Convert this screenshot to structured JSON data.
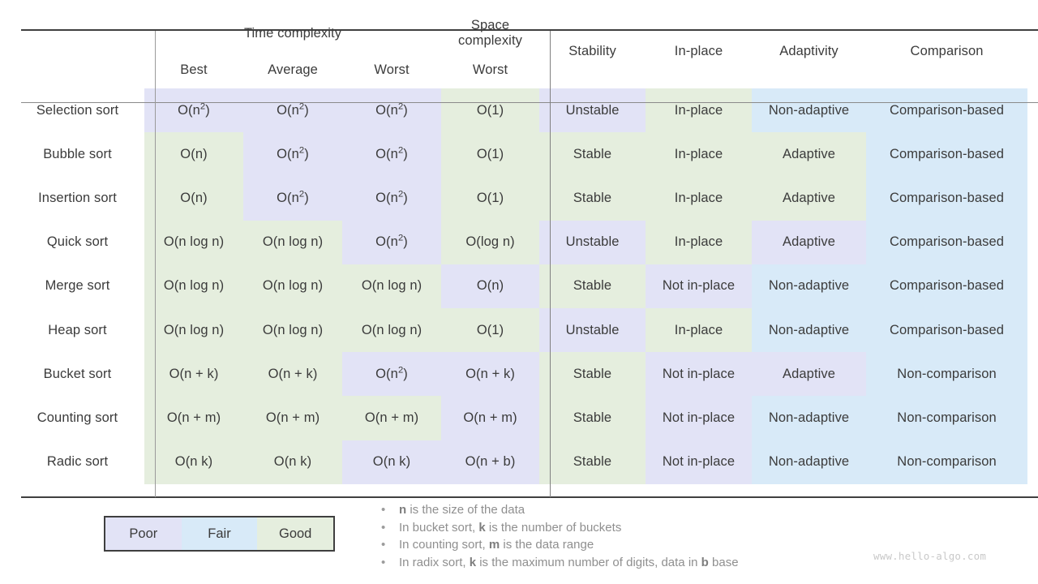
{
  "table": {
    "group_headers": [
      {
        "label": "",
        "span": 1
      },
      {
        "label": "Time complexity",
        "span": 3
      },
      {
        "label": "Space complexity",
        "span": 1
      }
    ],
    "time_group_label": "Time complexity",
    "space_group_label": "Space complexity",
    "sub_headers": [
      "Best",
      "Average",
      "Worst",
      "Worst"
    ],
    "right_headers": [
      "Stability",
      "In-place",
      "Adaptivity",
      "Comparison"
    ],
    "rows": [
      {
        "algo": "Selection sort",
        "cells": [
          {
            "text": "O(n²)",
            "base": "O(n",
            "sup": "2",
            "tail": ")",
            "rating": "poor"
          },
          {
            "text": "O(n²)",
            "base": "O(n",
            "sup": "2",
            "tail": ")",
            "rating": "poor"
          },
          {
            "text": "O(n²)",
            "base": "O(n",
            "sup": "2",
            "tail": ")",
            "rating": "poor"
          },
          {
            "text": "O(1)",
            "base": "O(1)",
            "sup": "",
            "tail": "",
            "rating": "good"
          },
          {
            "text": "Unstable",
            "base": "Unstable",
            "sup": "",
            "tail": "",
            "rating": "poor"
          },
          {
            "text": "In-place",
            "base": "In-place",
            "sup": "",
            "tail": "",
            "rating": "good"
          },
          {
            "text": "Non-adaptive",
            "base": "Non-adaptive",
            "sup": "",
            "tail": "",
            "rating": "fair"
          },
          {
            "text": "Comparison-based",
            "base": "Comparison-based",
            "sup": "",
            "tail": "",
            "rating": "fair"
          }
        ]
      },
      {
        "algo": "Bubble sort",
        "cells": [
          {
            "text": "O(n)",
            "base": "O(n)",
            "sup": "",
            "tail": "",
            "rating": "good"
          },
          {
            "text": "O(n²)",
            "base": "O(n",
            "sup": "2",
            "tail": ")",
            "rating": "poor"
          },
          {
            "text": "O(n²)",
            "base": "O(n",
            "sup": "2",
            "tail": ")",
            "rating": "poor"
          },
          {
            "text": "O(1)",
            "base": "O(1)",
            "sup": "",
            "tail": "",
            "rating": "good"
          },
          {
            "text": "Stable",
            "base": "Stable",
            "sup": "",
            "tail": "",
            "rating": "good"
          },
          {
            "text": "In-place",
            "base": "In-place",
            "sup": "",
            "tail": "",
            "rating": "good"
          },
          {
            "text": "Adaptive",
            "base": "Adaptive",
            "sup": "",
            "tail": "",
            "rating": "good"
          },
          {
            "text": "Comparison-based",
            "base": "Comparison-based",
            "sup": "",
            "tail": "",
            "rating": "fair"
          }
        ]
      },
      {
        "algo": "Insertion sort",
        "cells": [
          {
            "text": "O(n)",
            "base": "O(n)",
            "sup": "",
            "tail": "",
            "rating": "good"
          },
          {
            "text": "O(n²)",
            "base": "O(n",
            "sup": "2",
            "tail": ")",
            "rating": "poor"
          },
          {
            "text": "O(n²)",
            "base": "O(n",
            "sup": "2",
            "tail": ")",
            "rating": "poor"
          },
          {
            "text": "O(1)",
            "base": "O(1)",
            "sup": "",
            "tail": "",
            "rating": "good"
          },
          {
            "text": "Stable",
            "base": "Stable",
            "sup": "",
            "tail": "",
            "rating": "good"
          },
          {
            "text": "In-place",
            "base": "In-place",
            "sup": "",
            "tail": "",
            "rating": "good"
          },
          {
            "text": "Adaptive",
            "base": "Adaptive",
            "sup": "",
            "tail": "",
            "rating": "good"
          },
          {
            "text": "Comparison-based",
            "base": "Comparison-based",
            "sup": "",
            "tail": "",
            "rating": "fair"
          }
        ]
      },
      {
        "algo": "Quick sort",
        "cells": [
          {
            "text": "O(n log n)",
            "base": "O(n log n)",
            "sup": "",
            "tail": "",
            "rating": "good"
          },
          {
            "text": "O(n log n)",
            "base": "O(n log n)",
            "sup": "",
            "tail": "",
            "rating": "good"
          },
          {
            "text": "O(n²)",
            "base": "O(n",
            "sup": "2",
            "tail": ")",
            "rating": "poor"
          },
          {
            "text": "O(log n)",
            "base": "O(log n)",
            "sup": "",
            "tail": "",
            "rating": "good"
          },
          {
            "text": "Unstable",
            "base": "Unstable",
            "sup": "",
            "tail": "",
            "rating": "poor"
          },
          {
            "text": "In-place",
            "base": "In-place",
            "sup": "",
            "tail": "",
            "rating": "good"
          },
          {
            "text": "Adaptive",
            "base": "Adaptive",
            "sup": "",
            "tail": "",
            "rating": "poor"
          },
          {
            "text": "Comparison-based",
            "base": "Comparison-based",
            "sup": "",
            "tail": "",
            "rating": "fair"
          }
        ]
      },
      {
        "algo": "Merge sort",
        "cells": [
          {
            "text": "O(n log n)",
            "base": "O(n log n)",
            "sup": "",
            "tail": "",
            "rating": "good"
          },
          {
            "text": "O(n log n)",
            "base": "O(n log n)",
            "sup": "",
            "tail": "",
            "rating": "good"
          },
          {
            "text": "O(n log n)",
            "base": "O(n log n)",
            "sup": "",
            "tail": "",
            "rating": "good"
          },
          {
            "text": "O(n)",
            "base": "O(n)",
            "sup": "",
            "tail": "",
            "rating": "poor"
          },
          {
            "text": "Stable",
            "base": "Stable",
            "sup": "",
            "tail": "",
            "rating": "good"
          },
          {
            "text": "Not in-place",
            "base": "Not in-place",
            "sup": "",
            "tail": "",
            "rating": "poor"
          },
          {
            "text": "Non-adaptive",
            "base": "Non-adaptive",
            "sup": "",
            "tail": "",
            "rating": "fair"
          },
          {
            "text": "Comparison-based",
            "base": "Comparison-based",
            "sup": "",
            "tail": "",
            "rating": "fair"
          }
        ]
      },
      {
        "algo": "Heap sort",
        "cells": [
          {
            "text": "O(n log n)",
            "base": "O(n log n)",
            "sup": "",
            "tail": "",
            "rating": "good"
          },
          {
            "text": "O(n log n)",
            "base": "O(n log n)",
            "sup": "",
            "tail": "",
            "rating": "good"
          },
          {
            "text": "O(n log n)",
            "base": "O(n log n)",
            "sup": "",
            "tail": "",
            "rating": "good"
          },
          {
            "text": "O(1)",
            "base": "O(1)",
            "sup": "",
            "tail": "",
            "rating": "good"
          },
          {
            "text": "Unstable",
            "base": "Unstable",
            "sup": "",
            "tail": "",
            "rating": "poor"
          },
          {
            "text": "In-place",
            "base": "In-place",
            "sup": "",
            "tail": "",
            "rating": "good"
          },
          {
            "text": "Non-adaptive",
            "base": "Non-adaptive",
            "sup": "",
            "tail": "",
            "rating": "fair"
          },
          {
            "text": "Comparison-based",
            "base": "Comparison-based",
            "sup": "",
            "tail": "",
            "rating": "fair"
          }
        ]
      },
      {
        "algo": "Bucket sort",
        "cells": [
          {
            "text": "O(n + k)",
            "base": "O(n + k)",
            "sup": "",
            "tail": "",
            "rating": "good"
          },
          {
            "text": "O(n + k)",
            "base": "O(n + k)",
            "sup": "",
            "tail": "",
            "rating": "good"
          },
          {
            "text": "O(n²)",
            "base": "O(n",
            "sup": "2",
            "tail": ")",
            "rating": "poor"
          },
          {
            "text": "O(n + k)",
            "base": "O(n + k)",
            "sup": "",
            "tail": "",
            "rating": "poor"
          },
          {
            "text": "Stable",
            "base": "Stable",
            "sup": "",
            "tail": "",
            "rating": "good"
          },
          {
            "text": "Not in-place",
            "base": "Not in-place",
            "sup": "",
            "tail": "",
            "rating": "poor"
          },
          {
            "text": "Adaptive",
            "base": "Adaptive",
            "sup": "",
            "tail": "",
            "rating": "poor"
          },
          {
            "text": "Non-comparison",
            "base": "Non-comparison",
            "sup": "",
            "tail": "",
            "rating": "fair"
          }
        ]
      },
      {
        "algo": "Counting sort",
        "cells": [
          {
            "text": "O(n + m)",
            "base": "O(n + m)",
            "sup": "",
            "tail": "",
            "rating": "good"
          },
          {
            "text": "O(n + m)",
            "base": "O(n + m)",
            "sup": "",
            "tail": "",
            "rating": "good"
          },
          {
            "text": "O(n + m)",
            "base": "O(n + m)",
            "sup": "",
            "tail": "",
            "rating": "good"
          },
          {
            "text": "O(n + m)",
            "base": "O(n + m)",
            "sup": "",
            "tail": "",
            "rating": "poor"
          },
          {
            "text": "Stable",
            "base": "Stable",
            "sup": "",
            "tail": "",
            "rating": "good"
          },
          {
            "text": "Not in-place",
            "base": "Not in-place",
            "sup": "",
            "tail": "",
            "rating": "poor"
          },
          {
            "text": "Non-adaptive",
            "base": "Non-adaptive",
            "sup": "",
            "tail": "",
            "rating": "fair"
          },
          {
            "text": "Non-comparison",
            "base": "Non-comparison",
            "sup": "",
            "tail": "",
            "rating": "fair"
          }
        ]
      },
      {
        "algo": "Radic sort",
        "cells": [
          {
            "text": "O(n k)",
            "base": "O(n k)",
            "sup": "",
            "tail": "",
            "rating": "good"
          },
          {
            "text": "O(n k)",
            "base": "O(n k)",
            "sup": "",
            "tail": "",
            "rating": "good"
          },
          {
            "text": "O(n k)",
            "base": "O(n k)",
            "sup": "",
            "tail": "",
            "rating": "poor"
          },
          {
            "text": "O(n + b)",
            "base": "O(n + b)",
            "sup": "",
            "tail": "",
            "rating": "poor"
          },
          {
            "text": "Stable",
            "base": "Stable",
            "sup": "",
            "tail": "",
            "rating": "good"
          },
          {
            "text": "Not in-place",
            "base": "Not in-place",
            "sup": "",
            "tail": "",
            "rating": "poor"
          },
          {
            "text": "Non-adaptive",
            "base": "Non-adaptive",
            "sup": "",
            "tail": "",
            "rating": "fair"
          },
          {
            "text": "Non-comparison",
            "base": "Non-comparison",
            "sup": "",
            "tail": "",
            "rating": "fair"
          }
        ]
      }
    ]
  },
  "legend": {
    "items": [
      {
        "label": "Poor",
        "rating": "poor",
        "color": "#e2e3f6"
      },
      {
        "label": "Fair",
        "rating": "fair",
        "color": "#d8eaf8"
      },
      {
        "label": "Good",
        "rating": "good",
        "color": "#e5eede"
      }
    ]
  },
  "notes": {
    "bullet": "•",
    "items": [
      [
        {
          "t": "n",
          "b": true
        },
        {
          "t": " is the size of the data",
          "b": false
        }
      ],
      [
        {
          "t": "In bucket sort, ",
          "b": false
        },
        {
          "t": "k",
          "b": true
        },
        {
          "t": " is the number of buckets",
          "b": false
        }
      ],
      [
        {
          "t": "In counting sort, ",
          "b": false
        },
        {
          "t": "m",
          "b": true
        },
        {
          "t": " is the data range",
          "b": false
        }
      ],
      [
        {
          "t": "In radix sort, ",
          "b": false
        },
        {
          "t": "k",
          "b": true
        },
        {
          "t": " is the maximum number of digits, data in ",
          "b": false
        },
        {
          "t": "b",
          "b": true
        },
        {
          "t": " base",
          "b": false
        }
      ]
    ]
  },
  "watermark": "www.hello-algo.com"
}
